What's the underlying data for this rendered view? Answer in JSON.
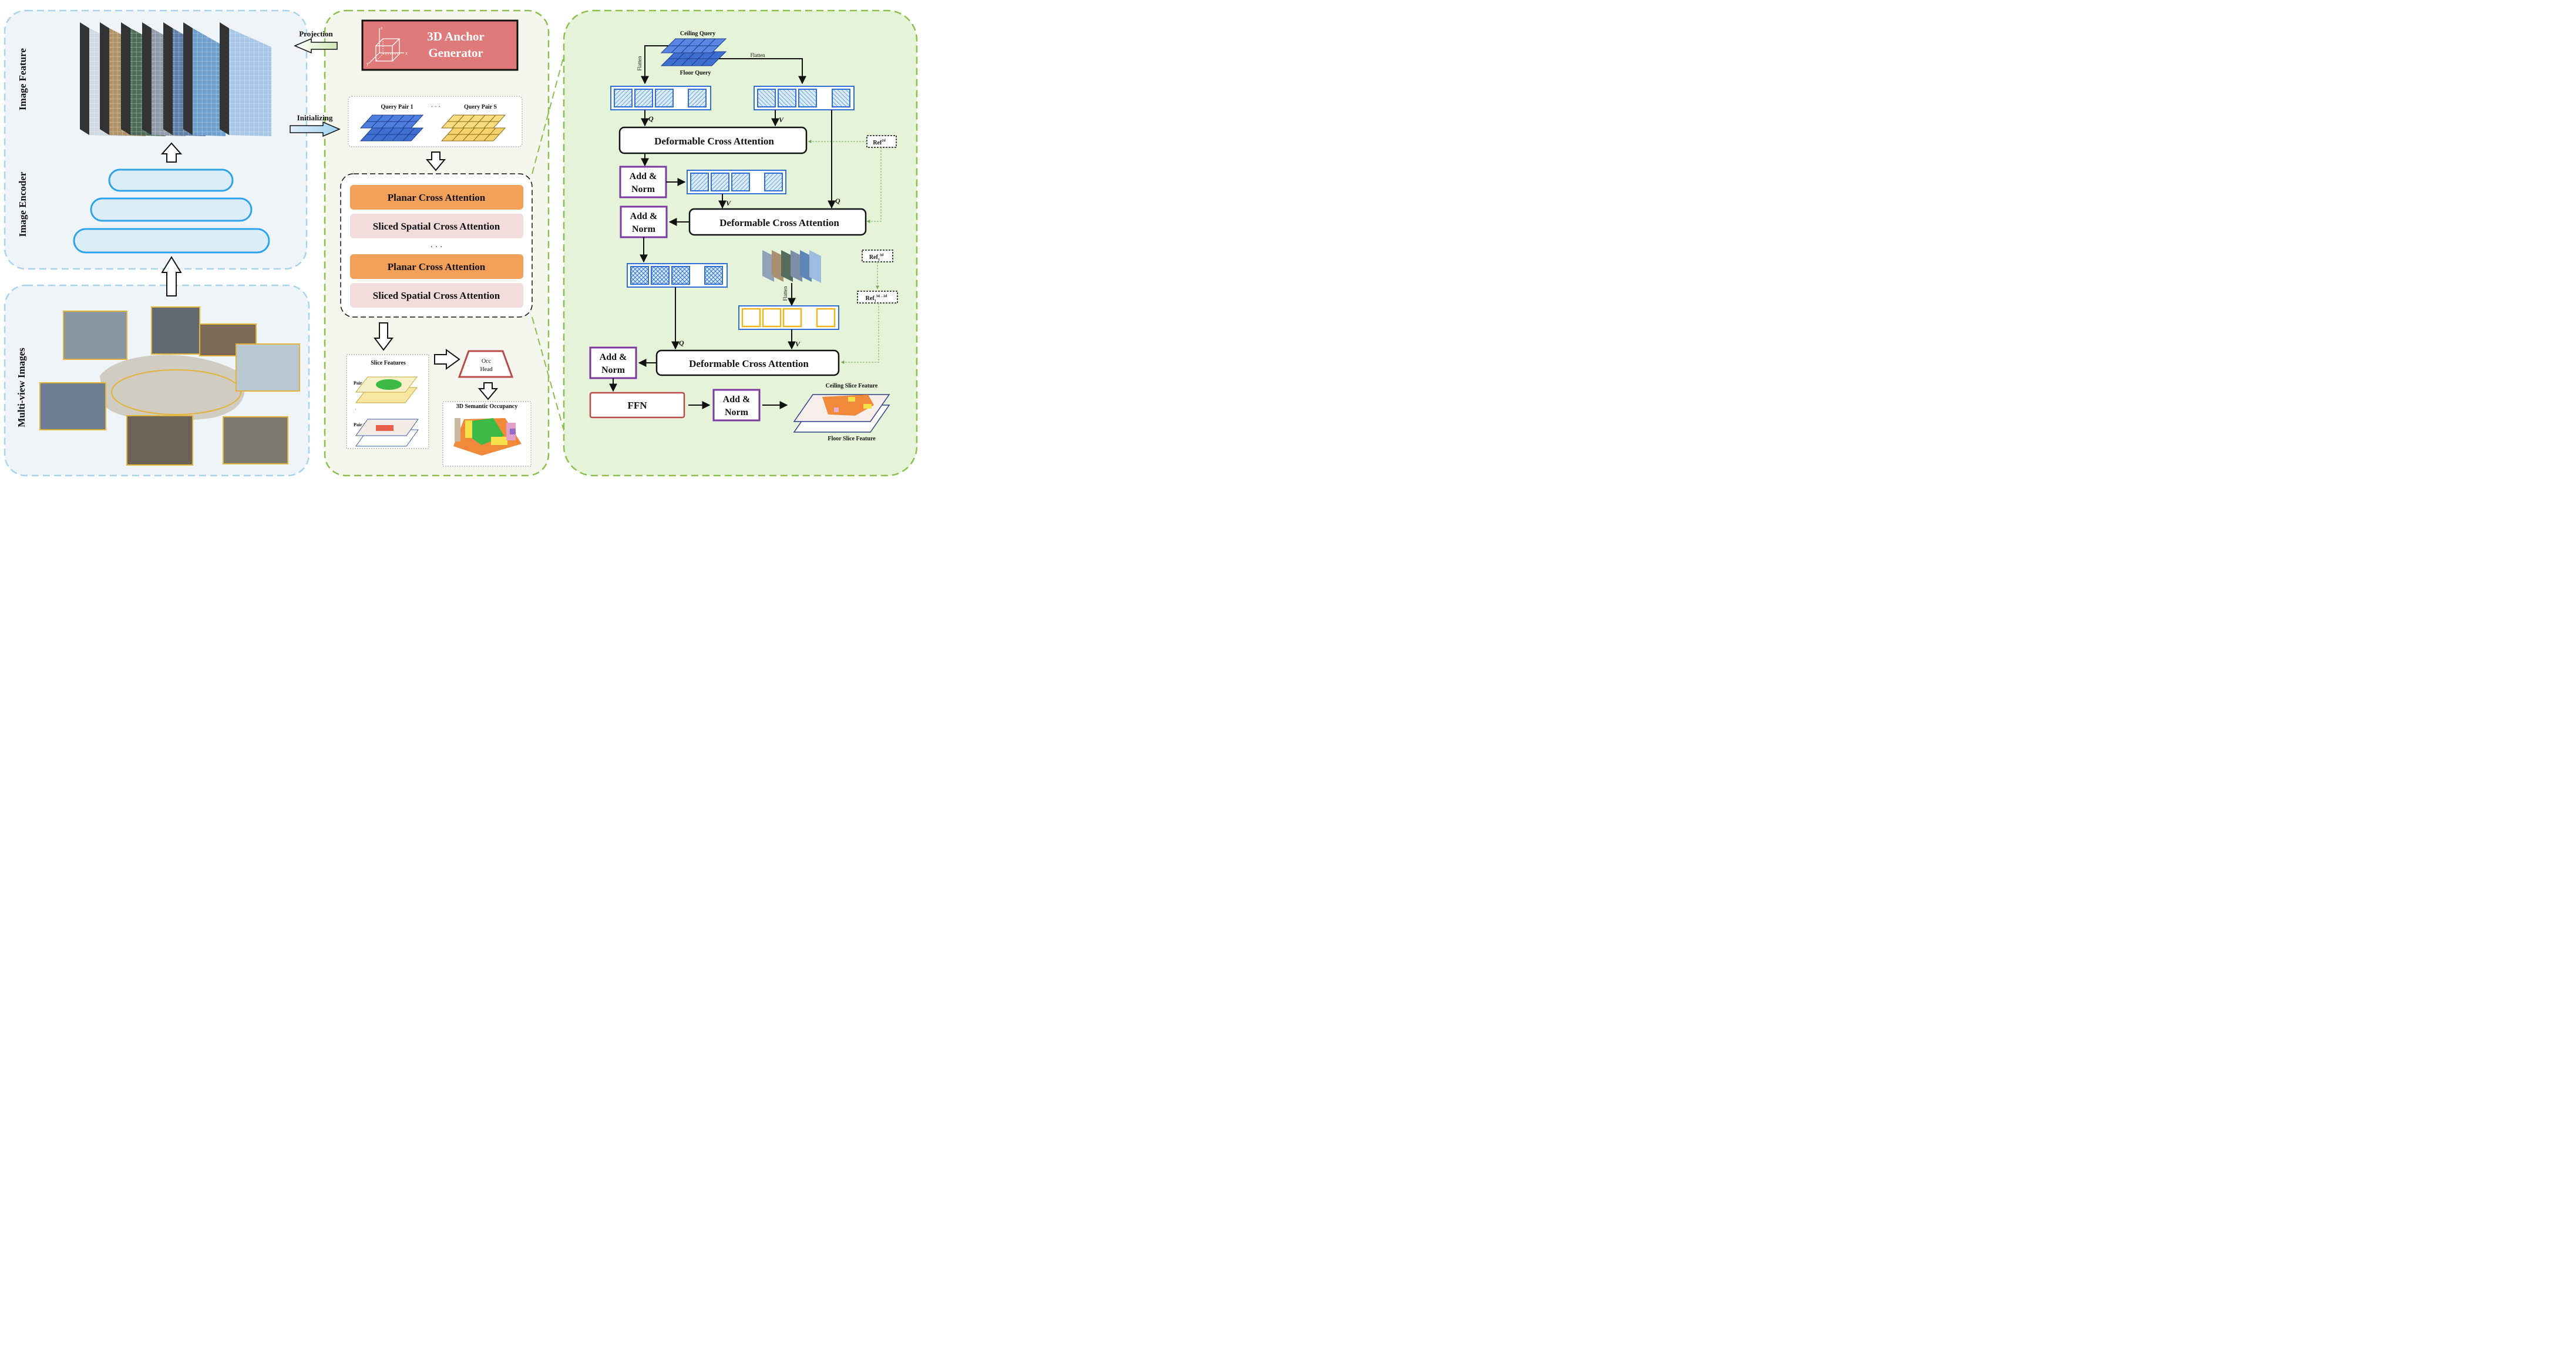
{
  "left_panel": {
    "image_feature_label": "Image Feature",
    "image_encoder_label": "Image Encoder",
    "multiview_label": "Multi-view Images",
    "colors": {
      "panel_fill": "#eef4f7",
      "panel_border": "#a9d4ee",
      "encoder_fill": "#dbeef8",
      "encoder_stroke": "#2ea3e8",
      "photo_border": "#e2b33a"
    }
  },
  "middle_panel": {
    "projection_label": "Projection",
    "initializing_label": "Initializing",
    "anchor_title_line1": "3D Anchor",
    "anchor_title_line2": "Generator",
    "axis_z": "z",
    "axis_x": "x",
    "axis_y": "y",
    "query_pair_1": "Query Pair 1",
    "query_dots": "· · ·",
    "query_pair_s": "Query Pair S",
    "layers": [
      {
        "label": "Planar Cross Attention",
        "kind": "planar"
      },
      {
        "label": "Sliced Spatial Cross Attention",
        "kind": "sliced"
      },
      {
        "label": "· · ·",
        "kind": "dots"
      },
      {
        "label": "Planar Cross Attention",
        "kind": "planar"
      },
      {
        "label": "Sliced Spatial Cross Attention",
        "kind": "sliced"
      }
    ],
    "slice_features_label": "Slice Features",
    "pair_s_label": "Pair S",
    "pair_1_label": "Pair 1",
    "occ_head_line1": "Occ",
    "occ_head_line2": "Head",
    "semantic_occ_label": "3D Semantic Occupancy",
    "colors": {
      "panel_fill": "#f5f6ee",
      "panel_border": "#8cbf4b",
      "anchor_fill": "#de7a7a",
      "planar_fill": "#f3a05a",
      "sliced_fill": "#f2dcdc",
      "query_blue": "#3f6fd1",
      "query_yellow": "#f5d36a"
    }
  },
  "right_panel": {
    "ceiling_query": "Ceiling Query",
    "floor_query": "Floor Query",
    "flatten_left": "Flatten",
    "flatten_right": "Flatten",
    "flatten_img": "Flatten",
    "q_label": "Q",
    "v_label": "V",
    "dca_label": "Deformable Cross Attention",
    "add_norm_line1": "Add &",
    "add_norm_line2": "Norm",
    "ref_2d": "Ref",
    "ref_2d_sup": "2d",
    "ref_3d": "Ref",
    "ref_3d_sub": "1",
    "ref_3d_sup": "3d",
    "ref_3d2d": "Ref",
    "ref_3d2d_sub": "1",
    "ref_3d2d_sup": "3d→2d",
    "ffn_label": "FFN",
    "ceiling_slice_feature": "Ceiling Slice Feature",
    "floor_slice_feature": "Floor Slice Feature",
    "colors": {
      "panel_fill": "#e5f3d8",
      "panel_border": "#8cbf4b",
      "token_blue": "#2e6fd8",
      "token_fill": "#cfe6f8",
      "token_yellow": "#f2b51a",
      "add_norm_border": "#7a3aa1",
      "ffn_border": "#b94a48"
    }
  }
}
